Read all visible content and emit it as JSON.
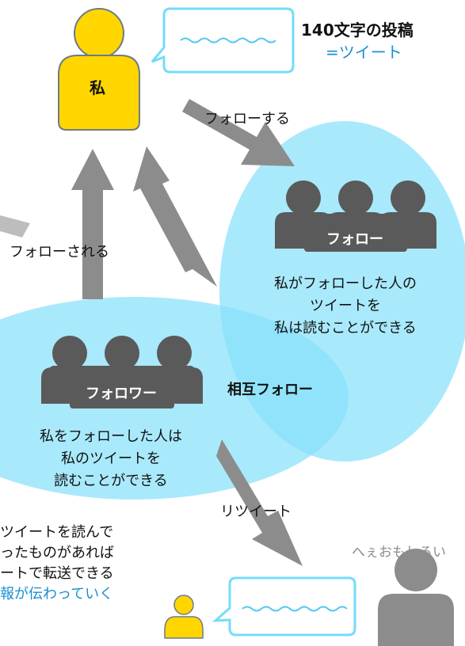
{
  "me": {
    "label": "私"
  },
  "tweet": {
    "line1": "140文字の投稿",
    "line2_prefix": "=",
    "line2_highlight": "ツイート"
  },
  "arrows": {
    "follow": "フォローする",
    "followed": "フォローされる",
    "retweet": "リツイート"
  },
  "following": {
    "badge": "フォロー",
    "caption": [
      "私がフォローした人の",
      "ツイートを",
      "私は読むことができる"
    ]
  },
  "followers": {
    "badge": "フォロワー",
    "caption": [
      "私をフォローした人は",
      "私のツイートを",
      "読むことができる"
    ]
  },
  "mutual": {
    "label": "相互フォロー"
  },
  "retweet_note": {
    "lines": [
      "ツイートを読んで",
      "ったものがあれば",
      "ートで転送できる"
    ],
    "highlight": "報が伝わっていく"
  },
  "reader": {
    "speech": "へぇおもしろい"
  },
  "colors": {
    "yellow": "#ffd600",
    "yellow_outline": "#6f7a86",
    "light_blue": "#88e0fb",
    "bubble_border": "#74dcfa",
    "wave": "#4ec8f2",
    "dark_gray": "#5a5a5a",
    "arrow_gray": "#8c8c8c",
    "reader_gray": "#8c8c8c",
    "text_blue": "#1a8fcf"
  }
}
